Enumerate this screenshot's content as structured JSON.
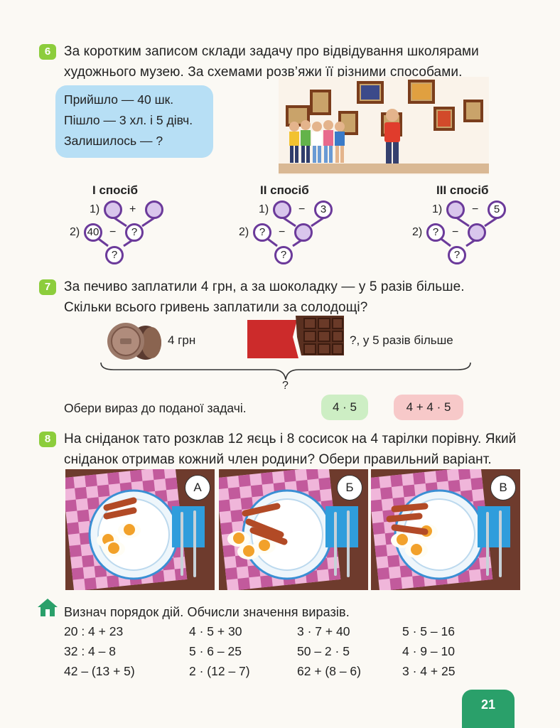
{
  "task6": {
    "num": "6",
    "line1": "За коротким записом склади задачу про відвідування школярами",
    "line2": "художнього музею. За схемами розв’яжи її різними способами.",
    "short_note": [
      "Прийшло — 40 шк.",
      "Пішло — 3 хл. і 5 дівч.",
      "Залишилось — ?"
    ],
    "methods": [
      {
        "title": "І спосіб",
        "row1_label": "1)",
        "row1_op": "+",
        "row1_left": "",
        "row1_right": "",
        "row2_label": "2)",
        "row2_left": "40",
        "row2_op": "−",
        "row2_right": "?",
        "result": "?"
      },
      {
        "title": "ІІ спосіб",
        "row1_label": "1)",
        "row1_op": "−",
        "row1_left": "",
        "row1_right": "3",
        "row2_label": "2)",
        "row2_left": "?",
        "row2_op": "−",
        "row2_right": "",
        "result": "?"
      },
      {
        "title": "ІІІ спосіб",
        "row1_label": "1)",
        "row1_op": "−",
        "row1_left": "",
        "row1_right": "5",
        "row2_label": "2)",
        "row2_left": "?",
        "row2_op": "−",
        "row2_right": "",
        "result": "?"
      }
    ]
  },
  "task7": {
    "num": "7",
    "line1": "За печиво заплатили 4 грн, а за шоколадку — у 5 разів більше.",
    "line2": "Скільки всього гривень заплатили за солодощі?",
    "cookie_label": "4 грн",
    "chocolate_label": "?, у 5 разів більше",
    "brace_label": "?",
    "choose_text": "Обери вираз до поданої задачі.",
    "option_a": "4 · 5",
    "option_b": "4 + 4 · 5",
    "colors": {
      "option_a_bg": "#cdeec4",
      "option_b_bg": "#f7c9c9"
    }
  },
  "task8": {
    "num": "8",
    "line1": "На сніданок тато розклав 12 яєць і 8 сосисок на 4 тарілки порівну. Який",
    "line2": "сніданок отримав кожний член родини? Обери правильний варіант.",
    "options": [
      "А",
      "Б",
      "В"
    ]
  },
  "homework": {
    "title": "Визнач порядок дій. Обчисли значення виразів.",
    "rows": [
      [
        "20 : 4 + 23",
        "4 · 5 + 30",
        "3 · 7 + 40",
        "5 · 5 – 16"
      ],
      [
        "32 : 4 – 8",
        "5 · 6 – 25",
        "50 – 2 · 5",
        "4 · 9 – 10"
      ],
      [
        "42 – (13 + 5)",
        "2 · (12 – 7)",
        "62 + (8 – 6)",
        "3 · 4 + 25"
      ]
    ]
  },
  "page_number": "21",
  "colors": {
    "badge": "#8ccd3c",
    "accent_purple": "#6b3a9a",
    "circle_fill": "#d9c6ec",
    "note_bg": "#b7dff5",
    "page_tab": "#2aa06a"
  }
}
